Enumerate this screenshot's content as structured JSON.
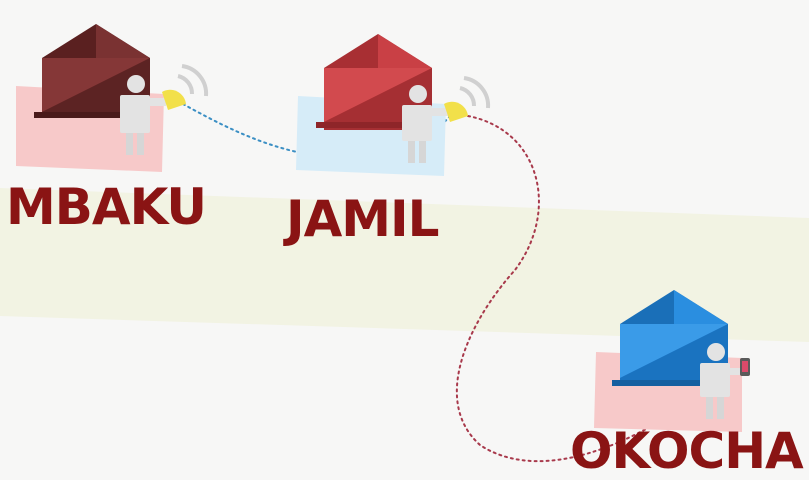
{
  "people": [
    {
      "id": "mbaku",
      "name": "MBAKU",
      "device": "satellite-dish-icon",
      "colors": {
        "house": "#6b2a2a",
        "house_light": "#8a3b3b",
        "pad": "#f7c9c9"
      }
    },
    {
      "id": "jamil",
      "name": "JAMIL",
      "device": "satellite-dish-icon",
      "colors": {
        "house": "#b8373b",
        "house_light": "#d24a4e",
        "pad": "#d6ecf8"
      }
    },
    {
      "id": "okocha",
      "name": "OKOCHA",
      "device": "mobile-phone-icon",
      "colors": {
        "house": "#1f83d6",
        "house_light": "#3a9be8",
        "pad": "#f7c9c9"
      }
    }
  ],
  "connections": [
    {
      "from": "mbaku",
      "to": "jamil",
      "style": "dotted",
      "color": "#3b8fc4"
    },
    {
      "from": "jamil",
      "to": "okocha",
      "style": "dotted",
      "color": "#a8394b"
    }
  ],
  "colors": {
    "label_text": "#8a1414",
    "band": "#f2f3e3",
    "person": "#e3e3e3",
    "dish": "#f2e04a",
    "waves": "#d0d0d0"
  }
}
